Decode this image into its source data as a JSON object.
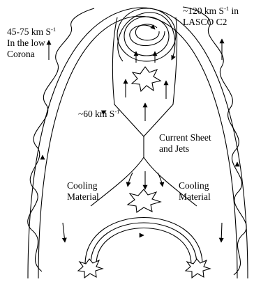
{
  "labels": {
    "low_corona_speed": {
      "value": "45-75 km S",
      "unit_exp": "-1",
      "line2": "In the low",
      "line3": "Corona"
    },
    "lasco_speed": {
      "value": "~120 km S",
      "unit_exp": "-1",
      "suffix": " in",
      "line2": "LASCO C2"
    },
    "inner_speed": {
      "value": "~60 km S",
      "unit_exp": "-1"
    },
    "current_sheet": {
      "line1": "Current Sheet",
      "line2": "and Jets"
    },
    "cooling_left": {
      "line1": "Cooling",
      "line2": "Material"
    },
    "cooling_right": {
      "line1": "Cooling",
      "line2": "Material"
    }
  },
  "colors": {
    "ink": "#000000",
    "background": "#ffffff"
  }
}
